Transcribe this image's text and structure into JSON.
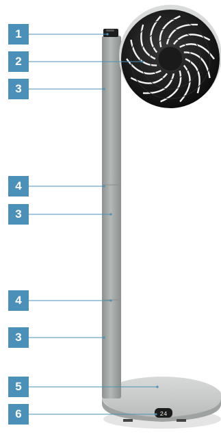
{
  "labels": [
    {
      "id": "label-1",
      "text": "1"
    },
    {
      "id": "label-2",
      "text": "2"
    },
    {
      "id": "label-3a",
      "text": "3"
    },
    {
      "id": "label-4a",
      "text": "4"
    },
    {
      "id": "label-3b",
      "text": "3"
    },
    {
      "id": "label-4b",
      "text": "4"
    },
    {
      "id": "label-3c",
      "text": "3"
    },
    {
      "id": "label-5",
      "text": "5"
    },
    {
      "id": "label-6",
      "text": "6"
    }
  ],
  "display": {
    "text": "24"
  },
  "colors": {
    "badge": "#4a90b8",
    "pole": "#a4a9a7",
    "base": "#c9cbca",
    "fan_housing": "#1a1a1a",
    "leader_line": "#4a90b8"
  }
}
